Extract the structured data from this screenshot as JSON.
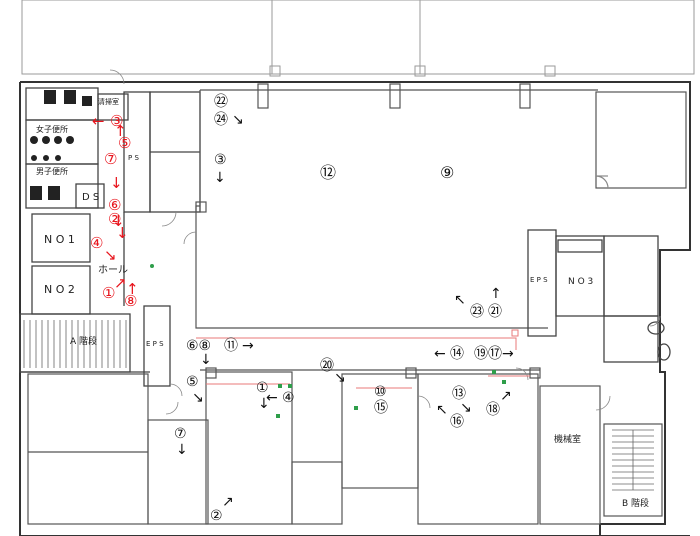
{
  "rooms": {
    "cleaning_room": "清掃室",
    "womens_restroom": "女子便所",
    "mens_restroom": "男子便所",
    "ds": "D S",
    "ps": "P S",
    "no1": "N O 1",
    "no2": "N O 2",
    "hall": "ホール",
    "stairs_a": "A 階段",
    "eps_left": "E P S",
    "eps_right": "E P S",
    "no3": "N O 3",
    "machine_room": "機械室",
    "stairs_b": "B 階段"
  },
  "red_markers": [
    {
      "label": "③",
      "arrow": "←"
    },
    {
      "label": "⑤",
      "arrow": "↑"
    },
    {
      "label": "⑦",
      "arrow": "↓"
    },
    {
      "label": "⑥",
      "arrow": "↓"
    },
    {
      "label": "②",
      "arrow": "↓"
    },
    {
      "label": "④",
      "arrow": "↘"
    },
    {
      "label": "①",
      "arrow": "↗"
    },
    {
      "label": "⑧",
      "arrow": "↑"
    }
  ],
  "black_markers": [
    {
      "label": "㉒"
    },
    {
      "label": "㉔",
      "arrow": "↘"
    },
    {
      "label": "③",
      "arrow": "↓"
    },
    {
      "label": "⑫"
    },
    {
      "label": "⑨"
    },
    {
      "label": "㉓",
      "arrow": "↖"
    },
    {
      "label": "㉑",
      "arrow": "↑"
    },
    {
      "label": "⑥⑧",
      "arrow": "↓"
    },
    {
      "label": "⑪",
      "arrow": "→"
    },
    {
      "label": "⑤",
      "arrow": "↘"
    },
    {
      "label": "①",
      "arrow": "↓"
    },
    {
      "label": "④",
      "arrow": "←"
    },
    {
      "label": "⑳",
      "arrow": "↘"
    },
    {
      "label": "⑩"
    },
    {
      "label": "⑮"
    },
    {
      "label": "⑭",
      "arrow": "←"
    },
    {
      "label": "⑲⑰",
      "arrow": "→"
    },
    {
      "label": "⑬",
      "arrow": "↘"
    },
    {
      "label": "⑯",
      "arrow": "↖"
    },
    {
      "label": "⑱",
      "arrow": "↗"
    },
    {
      "label": "⑦",
      "arrow": "↓"
    },
    {
      "label": "②",
      "arrow": "↗"
    }
  ],
  "colors": {
    "red_marker": "#e8141c",
    "wall": "#333333",
    "line": "#777777",
    "green_device": "#2e9e4a",
    "red_line": "#e87a7a"
  }
}
